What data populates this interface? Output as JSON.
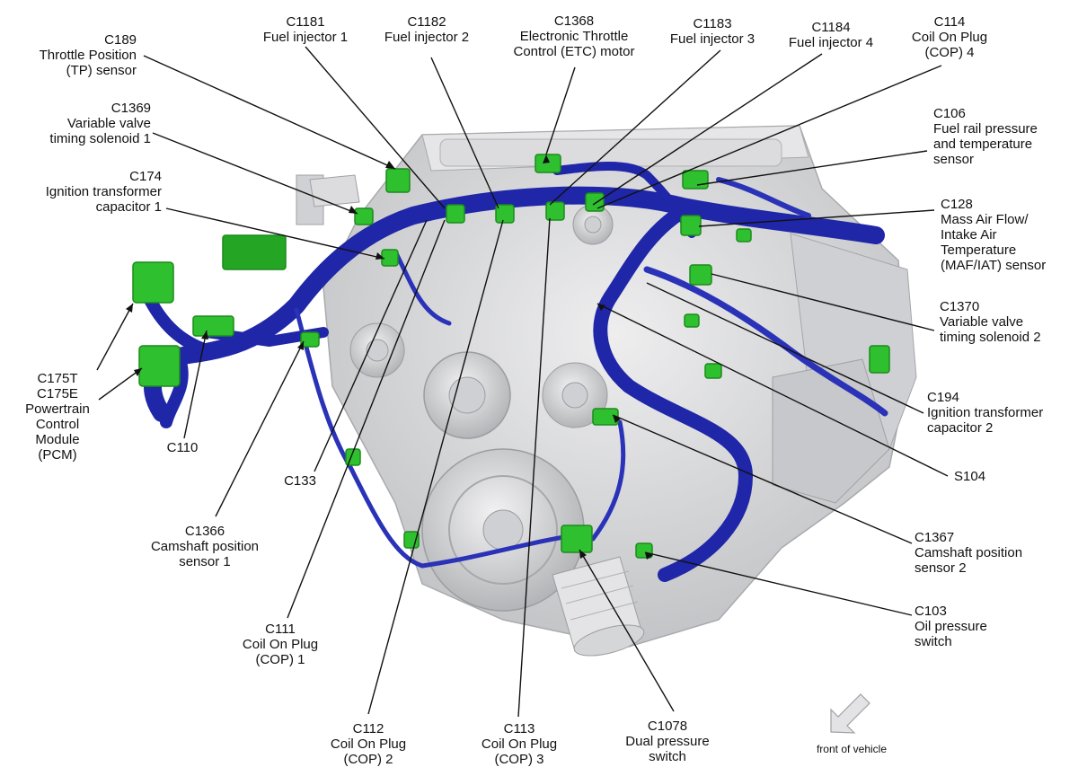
{
  "labels": {
    "c189": [
      "C189",
      "Throttle Position",
      "(TP) sensor"
    ],
    "c1369": [
      "C1369",
      "Variable valve",
      "timing solenoid 1"
    ],
    "c174": [
      "C174",
      "Ignition transformer",
      "capacitor 1"
    ],
    "c175": [
      "C175T",
      "C175E",
      "Powertrain",
      "Control",
      "Module",
      "(PCM)"
    ],
    "c110": [
      "C110"
    ],
    "c133": [
      "C133"
    ],
    "c1366": [
      "C1366",
      "Camshaft position",
      "sensor 1"
    ],
    "c111": [
      "C111",
      "Coil On Plug",
      "(COP) 1"
    ],
    "c112": [
      "C112",
      "Coil On Plug",
      "(COP) 2"
    ],
    "c113": [
      "C113",
      "Coil On Plug",
      "(COP) 3"
    ],
    "c1078": [
      "C1078",
      "Dual pressure",
      "switch"
    ],
    "c1181": [
      "C1181",
      "Fuel injector 1"
    ],
    "c1182": [
      "C1182",
      "Fuel injector 2"
    ],
    "c1368": [
      "C1368",
      "Electronic Throttle",
      "Control (ETC) motor"
    ],
    "c1183": [
      "C1183",
      "Fuel injector 3"
    ],
    "c1184": [
      "C1184",
      "Fuel injector 4"
    ],
    "c114": [
      "C114",
      "Coil On Plug",
      "(COP) 4"
    ],
    "c106": [
      "C106",
      "Fuel rail pressure",
      "and temperature",
      "sensor"
    ],
    "c128": [
      "C128",
      "Mass Air Flow/",
      "Intake Air",
      "Temperature",
      "(MAF/IAT) sensor"
    ],
    "c1370": [
      "C1370",
      "Variable valve",
      "timing solenoid 2"
    ],
    "c194": [
      "C194",
      "Ignition transformer",
      "capacitor 2"
    ],
    "s104": [
      "S104"
    ],
    "c1367": [
      "C1367",
      "Camshaft position",
      "sensor 2"
    ],
    "c103": [
      "C103",
      "Oil pressure",
      "switch"
    ]
  },
  "front_indicator": {
    "label": "front of vehicle",
    "icon": "arrow-down-left-icon"
  },
  "colors": {
    "engine": "#d9d9db",
    "engine_shade": "#b9babd",
    "harness": "#1f26a8",
    "harness_light": "#3a44c8",
    "connector": "#2fc02f",
    "connector_dark": "#1c8a1c",
    "leader": "#111111"
  }
}
